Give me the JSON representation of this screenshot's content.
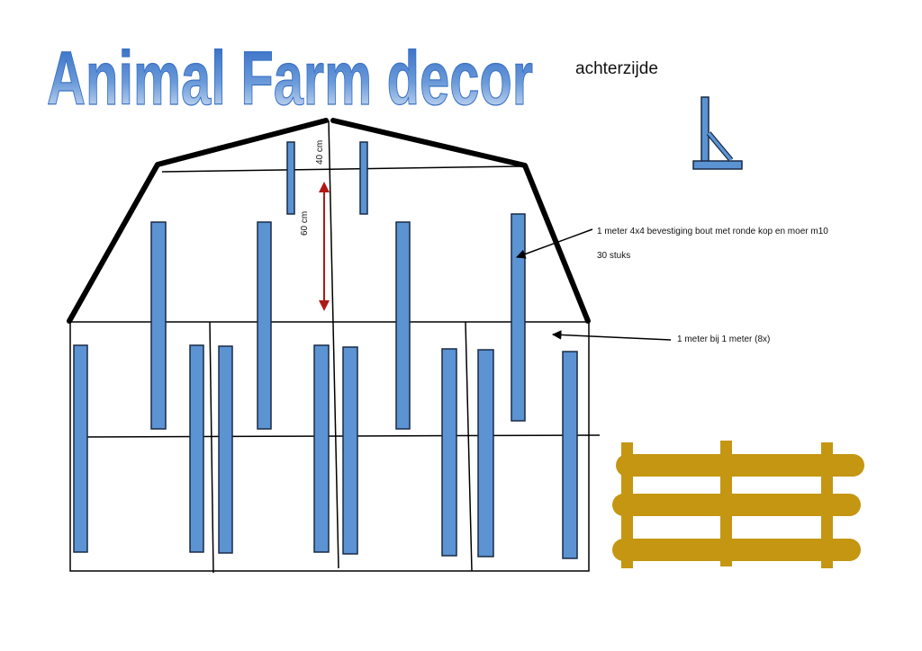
{
  "title": "Animal Farm decor",
  "back_side_label": "achterzijde",
  "dimension_top": "40 cm",
  "dimension_middle": "60 cm",
  "bolt_note": "1 meter 4x4   bevestiging bout  met ronde kop en moer m10",
  "bolt_count": "30 stuks",
  "panel_note": "1 meter bij 1 meter (8x)",
  "colors": {
    "title_blue_top": "#2f6fc8",
    "title_blue_bottom": "#dbe7f7",
    "post_fill": "#5b93d3",
    "post_stroke": "#1a2a44",
    "roof_line": "#000000",
    "dimension_arrow": "#b01818",
    "fence_wood": "#c49612",
    "fence_wood_edge": "#a97f0d"
  },
  "icons": {
    "bracket": "bracket-icon",
    "fence": "fence-icon"
  }
}
